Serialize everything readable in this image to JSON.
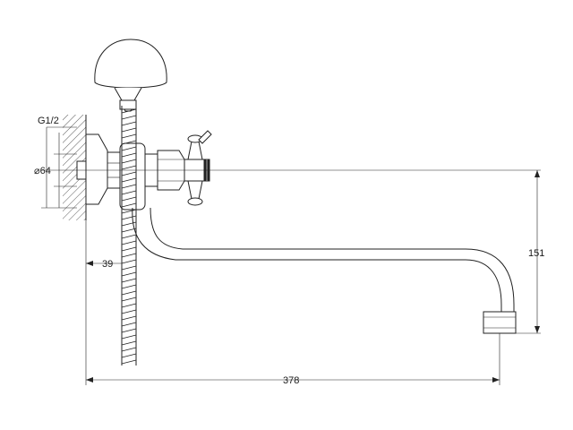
{
  "drawing": {
    "thread_label": "G1/2",
    "diameter_label": "⌀64",
    "offset_label": "39",
    "height_label": "151",
    "length_label": "378"
  },
  "colors": {
    "line": "#222222",
    "background": "#ffffff"
  }
}
